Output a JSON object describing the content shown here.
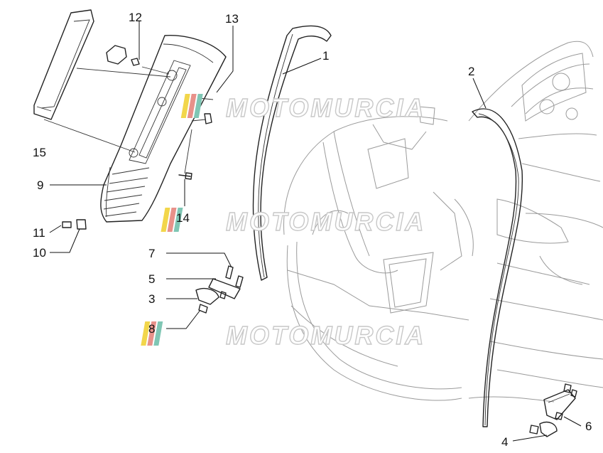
{
  "labels": {
    "l1": "1",
    "l2": "2",
    "l3": "3",
    "l4": "4",
    "l5": "5",
    "l6": "6",
    "l7": "7",
    "l8": "8",
    "l9": "9",
    "l10": "10",
    "l11": "11",
    "l12": "12",
    "l13": "13",
    "l14": "14",
    "l15": "15"
  },
  "watermark": {
    "text": "MOTOMURCIA",
    "stripe_colors": [
      "#f2d64b",
      "#e8918a",
      "#7fc6b4"
    ]
  }
}
